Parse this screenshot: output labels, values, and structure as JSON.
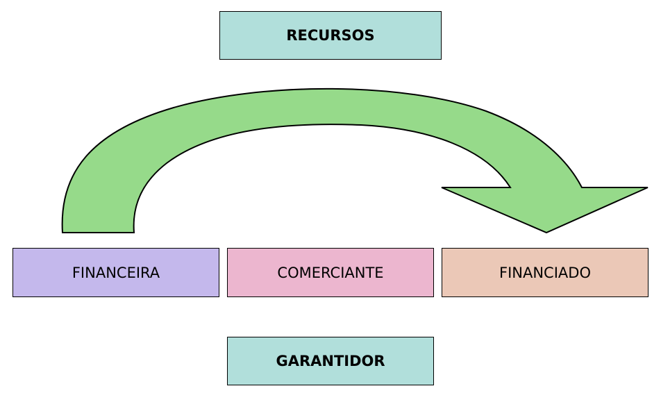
{
  "top": {
    "label": "RECURSOS",
    "color": "#b1dfdb"
  },
  "parties": [
    {
      "label": "FINANCEIRA",
      "color": "#c4b8ec"
    },
    {
      "label": "COMERCIANTE",
      "color": "#ecb6cf"
    },
    {
      "label": "FINANCIADO",
      "color": "#ebc8b7"
    }
  ],
  "bottom": {
    "label": "GARANTIDOR",
    "color": "#b1dfdb"
  },
  "arrow": {
    "color": "#96da8a",
    "from": "FINANCEIRA",
    "to": "FINANCIADO"
  }
}
